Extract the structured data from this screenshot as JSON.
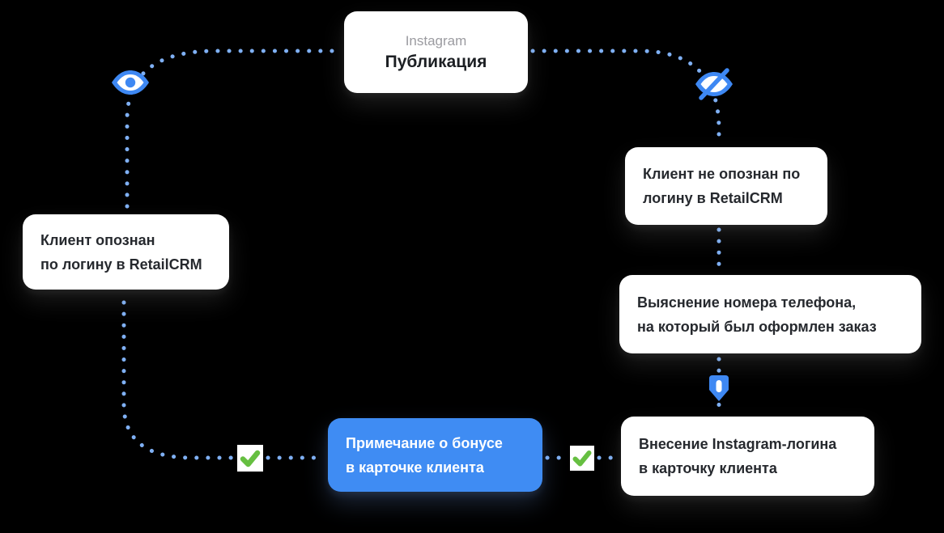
{
  "colors": {
    "background": "#000000",
    "accent_blue": "#3e88f3",
    "dot_blue": "#7fb0f4",
    "check_green": "#66bf41",
    "card_bg": "#ffffff",
    "card_text": "#26292e",
    "muted_text": "#9b9ba0",
    "highlight_bg": "#3f8cf3",
    "highlight_text": "#ffffff"
  },
  "nodes": {
    "publication": {
      "subtitle": "Instagram",
      "title": "Публикация"
    },
    "client_identified": {
      "line1": "Клиент опознан",
      "line2": "по логину в RetailCRM"
    },
    "client_not_identified": {
      "line1": "Клиент не опознан по",
      "line2": "логину в RetailCRM"
    },
    "phone_lookup": {
      "line1": "Выяснение номера телефона,",
      "line2": "на который был оформлен заказ"
    },
    "login_entry": {
      "line1": "Внесение Instagram-логина",
      "line2": "в карточку клиента"
    },
    "bonus_note": {
      "line1": "Примечание о бонусе",
      "line2": "в карточке клиента"
    }
  },
  "icons": {
    "identified": "eye-icon",
    "not_identified": "eye-off-icon",
    "data_entry": "pen-nib-icon",
    "success": "check-icon"
  }
}
